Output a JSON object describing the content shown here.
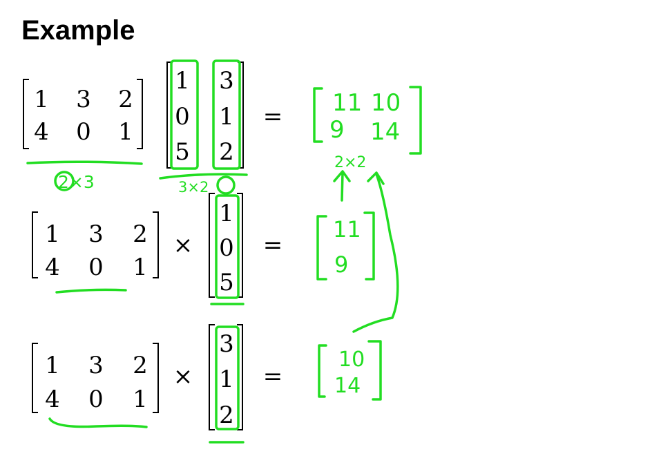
{
  "title": "Example",
  "matrix_A": [
    [
      "1",
      "3",
      "2"
    ],
    [
      "4",
      "0",
      "1"
    ]
  ],
  "matrix_B": [
    [
      "1",
      "3"
    ],
    [
      "0",
      "1"
    ],
    [
      "5",
      "2"
    ]
  ],
  "col1": [
    "1",
    "0",
    "5"
  ],
  "col2": [
    "3",
    "1",
    "2"
  ],
  "ops": {
    "times": "×",
    "equals": "="
  },
  "annotations": {
    "result": [
      [
        "11",
        "10"
      ],
      [
        "9",
        "14"
      ]
    ],
    "result_dims": "2×2",
    "dims_A": "2×3",
    "dims_B": "3×2",
    "ink_color": "#22dd22"
  }
}
